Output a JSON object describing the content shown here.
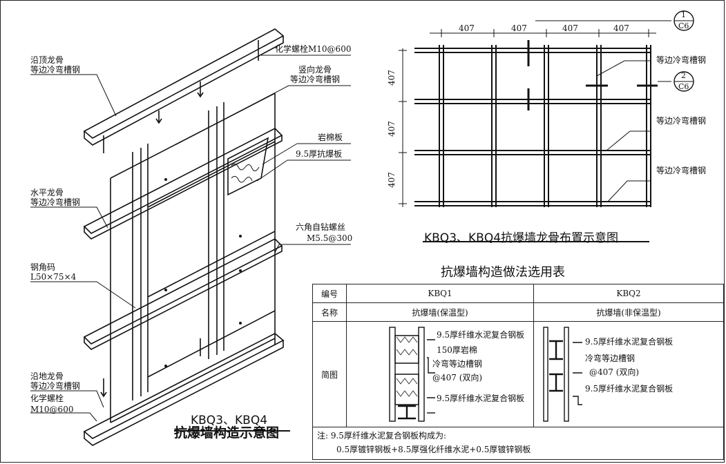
{
  "axonometric": {
    "labels": {
      "top_track_1": "沿顶龙骨",
      "top_track_2": "等边冷弯槽钢",
      "chem_bolt_top": "化学螺栓M10@600",
      "vertical_keel_1": "竖向龙骨",
      "vertical_keel_2": "等边冷弯槽钢",
      "rock_wool": "岩棉板",
      "blast_board": "9.5厚抗爆板",
      "horizontal_keel_1": "水平龙骨",
      "horizontal_keel_2": "等边冷弯槽钢",
      "screw_1": "六角自钻螺丝",
      "screw_2": "M5.5@300",
      "angle_1": "钢角码",
      "angle_2": "L50×75×4",
      "bottom_track_1": "沿地龙骨",
      "bottom_track_2": "等边冷弯槽钢",
      "chem_bolt_bottom_1": "化学螺栓",
      "chem_bolt_bottom_2": "M10@600"
    },
    "title_line1": "KBQ3、KBQ4",
    "title_line2": "抗爆墙构造示意图"
  },
  "grid_plan": {
    "dims_top": [
      "407",
      "407",
      "407",
      "407"
    ],
    "dims_left": [
      "407",
      "407",
      "407"
    ],
    "callout1_num": "1",
    "callout1_sheet": "C6",
    "callout2_num": "2",
    "callout2_sheet": "C6",
    "label1": "等边冷弯槽钢",
    "label2": "等边冷弯槽钢",
    "label3": "等边冷弯槽钢",
    "title": "KBQ3、KBQ4抗爆墙龙骨布置示意图"
  },
  "table": {
    "title": "抗爆墙构造做法选用表",
    "row_no": "编号",
    "row_name": "名称",
    "row_sketch": "简图",
    "kbq1": "KBQ1",
    "kbq2": "KBQ2",
    "kbq1_name": "抗爆墙(保温型)",
    "kbq2_name": "抗爆墙(非保温型)",
    "kbq1_items": [
      "9.5厚纤维水泥复合钢板",
      "150厚岩棉",
      "冷弯等边槽钢",
      "@407 (双向)",
      "9.5厚纤维水泥复合钢板"
    ],
    "kbq2_items": [
      "9.5厚纤维水泥复合钢板",
      "冷弯等边槽钢",
      "@407 (双向)",
      "9.5厚纤维水泥复合钢板"
    ],
    "note_line1": "注: 9.5厚纤维水泥复合钢板构成为:",
    "note_line2": "0.5厚镀锌钢板+8.5厚强化纤维水泥+0.5厚镀锌钢板"
  }
}
